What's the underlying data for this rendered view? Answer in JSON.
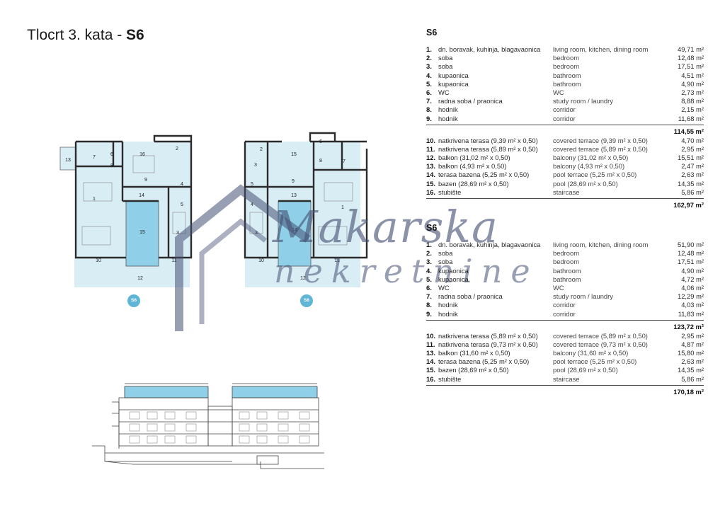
{
  "page": {
    "title_prefix": "Tlocrt 3. kata -",
    "title_unit": "S6"
  },
  "plans": {
    "badges": [
      "S6",
      "S6"
    ],
    "left_rooms": [
      "13",
      "7",
      "6",
      "8",
      "16",
      "2",
      "9",
      "14",
      "1",
      "4",
      "5",
      "15",
      "3",
      "10",
      "11",
      "12"
    ],
    "right_rooms": [
      "2",
      "15",
      "6",
      "8",
      "7",
      "3",
      "9",
      "13",
      "5",
      "4",
      "1",
      "3",
      "14",
      "10",
      "11",
      "12"
    ]
  },
  "watermark": {
    "line1": "Makarska",
    "line2": "nekretnine"
  },
  "table1": {
    "heading": "S6",
    "rooms": [
      {
        "num": "1.",
        "hr": "dn. boravak, kuhinja, blagavaonica",
        "en": "living room, kitchen, dining room",
        "val": "49,71 m²"
      },
      {
        "num": "2.",
        "hr": "soba",
        "en": "bedroom",
        "val": "12,48 m²"
      },
      {
        "num": "3.",
        "hr": "soba",
        "en": "bedroom",
        "val": "17,51 m²"
      },
      {
        "num": "4.",
        "hr": "kupaonica",
        "en": "bathroom",
        "val": "4,51 m²"
      },
      {
        "num": "5.",
        "hr": "kupaonica",
        "en": "bathroom",
        "val": "4,90 m²"
      },
      {
        "num": "6.",
        "hr": "WC",
        "en": "WC",
        "val": "2,73 m²"
      },
      {
        "num": "7.",
        "hr": "radna soba / praonica",
        "en": "study room / laundry",
        "val": "8,88 m²"
      },
      {
        "num": "8.",
        "hr": "hodnik",
        "en": "corridor",
        "val": "2,15 m²"
      },
      {
        "num": "9.",
        "hr": "hodnik",
        "en": "corridor",
        "val": "11,68 m²"
      }
    ],
    "subtotal": "114,55 m²",
    "extras": [
      {
        "num": "10.",
        "hr": "natkrivena terasa (9,39 m² x 0,50)",
        "en": "covered terrace (9,39 m² x 0,50)",
        "val": "4,70 m²"
      },
      {
        "num": "11.",
        "hr": "natkrivena terasa (5,89 m² x 0,50)",
        "en": "covered terrace (5,89 m² x 0,50)",
        "val": "2,95 m²"
      },
      {
        "num": "12.",
        "hr": "balkon (31,02 m² x 0,50)",
        "en": "balcony (31,02 m² x 0,50)",
        "val": "15,51 m²"
      },
      {
        "num": "13.",
        "hr": "balkon (4,93 m² x 0,50)",
        "en": "balcony (4,93 m² x 0,50)",
        "val": "2,47 m²"
      },
      {
        "num": "14.",
        "hr": "terasa bazena (5,25 m² x 0,50)",
        "en": "pool terrace (5,25 m² x 0,50)",
        "val": "2,63 m²"
      },
      {
        "num": "15.",
        "hr": "bazen (28,69 m² x 0,50)",
        "en": "pool (28,69 m² x 0,50)",
        "val": "14,35 m²"
      },
      {
        "num": "16.",
        "hr": "stubište",
        "en": "staircase",
        "val": "5,86 m²"
      }
    ],
    "total": "162,97 m²"
  },
  "table2": {
    "heading": "S6",
    "rooms": [
      {
        "num": "1.",
        "hr": "dn. boravak, kuhinja, blagavaonica",
        "en": "living room, kitchen, dining room",
        "val": "51,90 m²"
      },
      {
        "num": "2.",
        "hr": "soba",
        "en": "bedroom",
        "val": "12,48 m²"
      },
      {
        "num": "3.",
        "hr": "soba",
        "en": "bedroom",
        "val": "17,51 m²"
      },
      {
        "num": "4.",
        "hr": "kupaonica",
        "en": "bathroom",
        "val": "4,90 m²"
      },
      {
        "num": "5.",
        "hr": "kupaonica",
        "en": "bathroom",
        "val": "4,72 m²"
      },
      {
        "num": "6.",
        "hr": "WC",
        "en": "WC",
        "val": "4,06 m²"
      },
      {
        "num": "7.",
        "hr": "radna soba / praonica",
        "en": "study room / laundry",
        "val": "12,29 m²"
      },
      {
        "num": "8.",
        "hr": "hodnik",
        "en": "corridor",
        "val": "4,03 m²"
      },
      {
        "num": "9.",
        "hr": "hodnik",
        "en": "corridor",
        "val": "11,83 m²"
      }
    ],
    "subtotal": "123,72 m²",
    "extras": [
      {
        "num": "10.",
        "hr": "natkrivena terasa (5,89 m² x 0,50)",
        "en": "covered terrace (5,89 m² x 0,50)",
        "val": "2,95 m²"
      },
      {
        "num": "11.",
        "hr": "natkrivena terasa (9,73 m² x 0,50)",
        "en": "covered terrace (9,73 m² x 0,50)",
        "val": "4,87 m²"
      },
      {
        "num": "13.",
        "hr": "balkon (31,60 m² x 0,50)",
        "en": "balcony (31,60 m² x 0,50)",
        "val": "15,80 m²"
      },
      {
        "num": "14.",
        "hr": "terasa bazena (5,25 m² x 0,50)",
        "en": "pool terrace (5,25 m² x 0,50)",
        "val": "2,63 m²"
      },
      {
        "num": "15.",
        "hr": "bazen (28,69 m² x 0,50)",
        "en": "pool (28,69 m² x 0,50)",
        "val": "14,35 m²"
      },
      {
        "num": "16.",
        "hr": "stubište",
        "en": "staircase",
        "val": "5,86 m²"
      }
    ],
    "total": "170,18 m²"
  },
  "colors": {
    "plan_fill": "#d9edf5",
    "pool_fill": "#8fd0e8",
    "wall": "#2b2b2b",
    "badge": "#5fb5d6",
    "watermark": "#46507380"
  }
}
